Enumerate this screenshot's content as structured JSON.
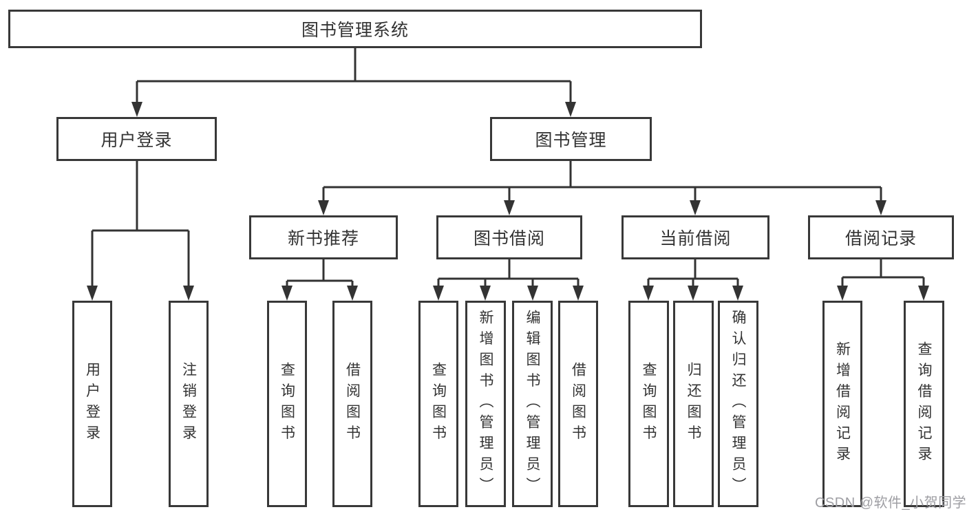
{
  "page": {
    "background": "#ffffff"
  },
  "colors": {
    "line": "#333333",
    "box_border": "#383838",
    "label_text": "#333333",
    "watermark": "#9e9ea3"
  },
  "tree": {
    "label": "图书管理系统",
    "children": [
      {
        "label": "用户登录",
        "children": [
          {
            "label": "用户登录"
          },
          {
            "label": "注销登录"
          }
        ]
      },
      {
        "label": "图书管理",
        "children": [
          {
            "label": "新书推荐",
            "children": [
              {
                "label": "查询图书"
              },
              {
                "label": "借阅图书"
              }
            ]
          },
          {
            "label": "图书借阅",
            "children": [
              {
                "label": "查询图书"
              },
              {
                "label": "新增图书（管理员）"
              },
              {
                "label": "编辑图书（管理员）"
              },
              {
                "label": "借阅图书"
              }
            ]
          },
          {
            "label": "当前借阅",
            "children": [
              {
                "label": "查询图书"
              },
              {
                "label": "归还图书"
              },
              {
                "label": "确认归还（管理员）"
              }
            ]
          },
          {
            "label": "借阅记录",
            "children": [
              {
                "label": "新增借阅记录"
              },
              {
                "label": "查询借阅记录"
              }
            ]
          }
        ]
      }
    ]
  },
  "watermark": {
    "text": "CSDN @软件_小贺同学"
  }
}
